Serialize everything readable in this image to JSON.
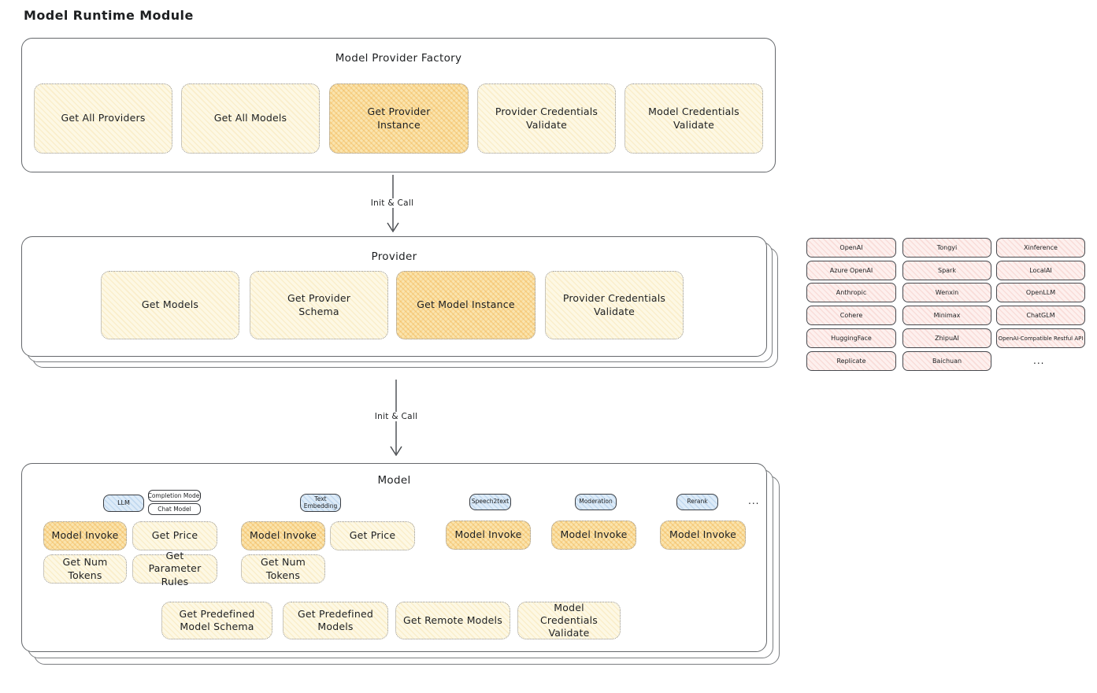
{
  "page_title": "Model Runtime Module",
  "colors": {
    "button_yellow": "#fdf8e4",
    "button_highlight_orange": "#fae4ae",
    "provider_chip_pink": "#fdf0ee",
    "model_type_blue": "#ddebf8",
    "box_border": "#65686c"
  },
  "factory": {
    "title": "Model Provider Factory",
    "buttons": [
      {
        "label": "Get All Providers",
        "highlight": false
      },
      {
        "label": "Get All Models",
        "highlight": false
      },
      {
        "label": "Get Provider Instance",
        "highlight": true
      },
      {
        "label": "Provider Credentials Validate",
        "highlight": false
      },
      {
        "label": "Model Credentials Validate",
        "highlight": false
      }
    ]
  },
  "arrow1": {
    "label": "Init & Call"
  },
  "arrow2": {
    "label": "Init & Call"
  },
  "provider": {
    "title": "Provider",
    "buttons": [
      {
        "label": "Get Models",
        "highlight": false
      },
      {
        "label": "Get Provider Schema",
        "highlight": false
      },
      {
        "label": "Get Model Instance",
        "highlight": true
      },
      {
        "label": "Provider Credentials Validate",
        "highlight": false
      }
    ]
  },
  "provider_list": {
    "items": [
      "OpenAI",
      "Tongyi",
      "Xinference",
      "Azure OpenAI",
      "Spark",
      "LocalAI",
      "Anthropic",
      "Wenxin",
      "OpenLLM",
      "Cohere",
      "Minimax",
      "ChatGLM",
      "HuggingFace",
      "ZhipuAI",
      "OpenAI-Compatible Restful API",
      "Replicate",
      "Baichuan"
    ],
    "ellipsis": "..."
  },
  "model": {
    "title": "Model",
    "type_ellipsis": "...",
    "groups": [
      {
        "tag": "LLM",
        "subtags": [
          "Completion Model",
          "Chat Model"
        ],
        "buttons": [
          {
            "label": "Model Invoke",
            "highlight": true
          },
          {
            "label": "Get Price",
            "highlight": false
          },
          {
            "label": "Get Num Tokens",
            "highlight": false
          },
          {
            "label": "Get Parameter Rules",
            "highlight": false
          }
        ]
      },
      {
        "tag": "Text Embedding",
        "buttons": [
          {
            "label": "Model Invoke",
            "highlight": true
          },
          {
            "label": "Get Price",
            "highlight": false
          },
          {
            "label": "Get Num Tokens",
            "highlight": false
          }
        ]
      },
      {
        "tag": "Speech2text",
        "buttons": [
          {
            "label": "Model Invoke",
            "highlight": true
          }
        ]
      },
      {
        "tag": "Moderation",
        "buttons": [
          {
            "label": "Model Invoke",
            "highlight": true
          }
        ]
      },
      {
        "tag": "Rerank",
        "buttons": [
          {
            "label": "Model Invoke",
            "highlight": true
          }
        ]
      }
    ],
    "shared_buttons": [
      {
        "label": "Get Predefined Model Schema"
      },
      {
        "label": "Get Predefined Models"
      },
      {
        "label": "Get Remote Models"
      },
      {
        "label": "Model Credentials Validate"
      }
    ]
  }
}
